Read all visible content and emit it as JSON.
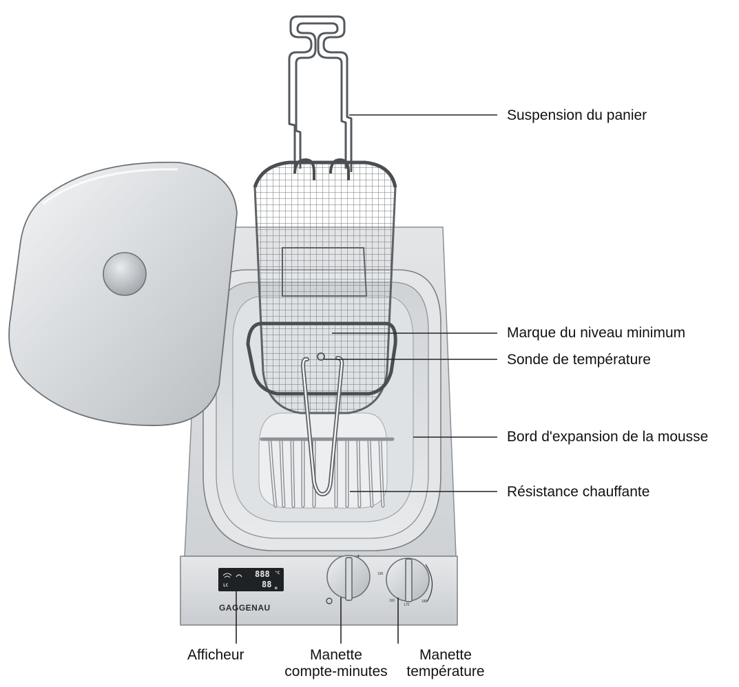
{
  "labels": {
    "basket_hanger": "Suspension du panier",
    "min_level_mark": "Marque du niveau minimum",
    "temperature_probe": "Sonde de température",
    "foam_edge": "Bord d'expansion de la mousse",
    "heating_element": "Résistance chauffante",
    "display": "Afficheur",
    "timer_knob_line1": "Manette",
    "timer_knob_line2": "compte-minutes",
    "temp_knob_line1": "Manette",
    "temp_knob_line2": "température"
  },
  "appliance": {
    "brand": "GAGGENAU",
    "display_top_digits": "888",
    "display_top_unit": "°C",
    "display_bottom_digits": "88",
    "display_bottom_unit": "m",
    "display_small_left": "LC",
    "temp_scale_low": "160",
    "temp_scale_mid": "170",
    "temp_scale_high": "180",
    "temp_scale_top": "190"
  }
}
